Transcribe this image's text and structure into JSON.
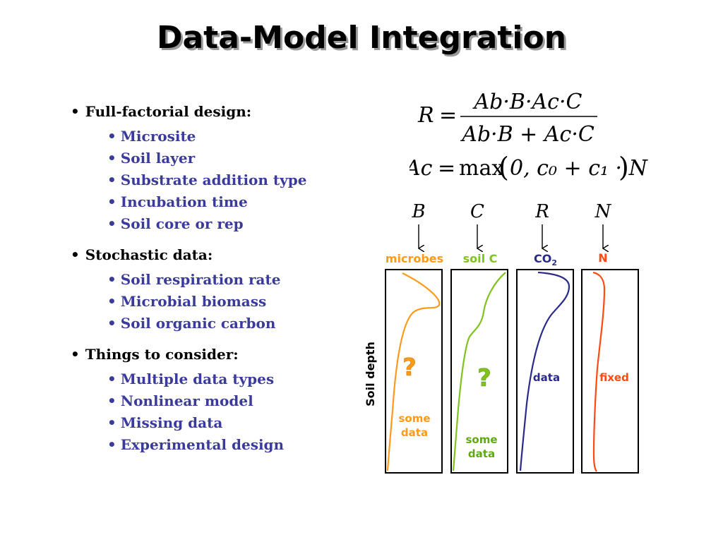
{
  "title": "Data-Model Integration",
  "sections": [
    {
      "heading": "Full-factorial design:",
      "items": [
        "Microsite",
        "Soil layer",
        "Substrate addition type",
        "Incubation time",
        "Soil core or rep"
      ]
    },
    {
      "heading": "Stochastic data:",
      "items": [
        "Soil respiration rate",
        "Microbial biomass",
        "Soil organic carbon"
      ]
    },
    {
      "heading": "Things to consider:",
      "items": [
        "Multiple data types",
        "Nonlinear model",
        "Missing data",
        "Experimental design"
      ]
    }
  ],
  "equations": {
    "lhs1": "R",
    "eq": "=",
    "numerator": "Ab·B·Ac·C",
    "denominator": "Ab·B + Ac·C",
    "lhs2": "Ac",
    "rhs2_max": "max",
    "rhs2_args": "0, c₀ + c₁ · N"
  },
  "diagram": {
    "y_label": "Soil depth",
    "columns": [
      {
        "var": "B",
        "label": "microbes",
        "color": "#ff9a1a",
        "mark": "?",
        "note1": "some",
        "note2": "data"
      },
      {
        "var": "C",
        "label": "soil C",
        "color": "#7fc31c",
        "mark": "?",
        "note1": "some",
        "note2": "data"
      },
      {
        "var": "R",
        "label": "CO",
        "label_sub": "2",
        "color": "#2a2a8c",
        "note1": "data"
      },
      {
        "var": "N",
        "label": "N",
        "color": "#ff4a12",
        "note1": "fixed"
      }
    ]
  }
}
